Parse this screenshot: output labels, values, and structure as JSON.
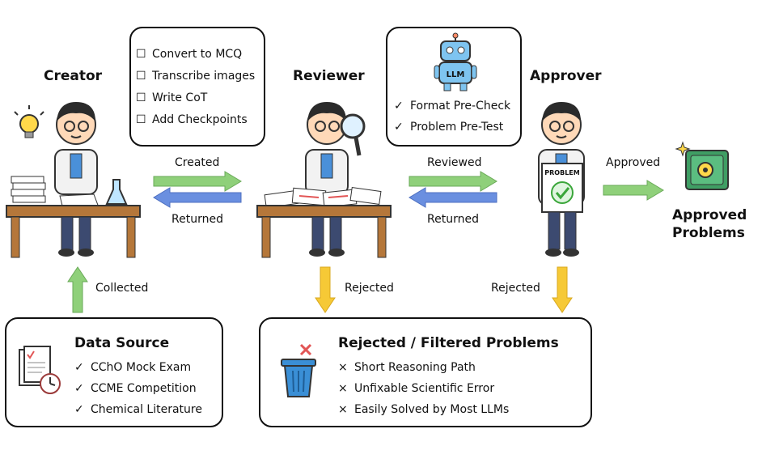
{
  "roles": {
    "creator": "Creator",
    "reviewer": "Reviewer",
    "approver": "Approver"
  },
  "creator_tasks": [
    {
      "mark": "☐",
      "text": "Convert to MCQ"
    },
    {
      "mark": "☐",
      "text": "Transcribe images"
    },
    {
      "mark": "☐",
      "text": "Write CoT"
    },
    {
      "mark": "☐",
      "text": "Add Checkpoints"
    }
  ],
  "llm_panel": {
    "robot_label": "LLM",
    "items": [
      {
        "mark": "✓",
        "text": "Format Pre-Check"
      },
      {
        "mark": "✓",
        "text": "Problem Pre-Test"
      }
    ]
  },
  "arrows": {
    "created": "Created",
    "returned_1": "Returned",
    "reviewed": "Reviewed",
    "returned_2": "Returned",
    "approved": "Approved",
    "collected": "Collected",
    "rejected_1": "Rejected",
    "rejected_2": "Rejected"
  },
  "approver_sign": "PROBLEM",
  "output": {
    "line1": "Approved",
    "line2": "Problems"
  },
  "data_source": {
    "title": "Data Source",
    "items": [
      {
        "mark": "✓",
        "text": "CChO Mock Exam"
      },
      {
        "mark": "✓",
        "text": "CCME Competition"
      },
      {
        "mark": "✓",
        "text": "Chemical Literature"
      }
    ]
  },
  "rejected_box": {
    "title": "Rejected / Filtered Problems",
    "items": [
      {
        "mark": "×",
        "text": "Short Reasoning Path"
      },
      {
        "mark": "×",
        "text": "Unfixable Scientific Error"
      },
      {
        "mark": "×",
        "text": "Easily Solved by Most LLMs"
      }
    ]
  },
  "colors": {
    "green_arrow": "#8fd07a",
    "blue_arrow": "#6a8fe0",
    "yellow_arrow": "#f6c936",
    "shirt_blue": "#4a90d9",
    "table_wood": "#b5773a"
  }
}
